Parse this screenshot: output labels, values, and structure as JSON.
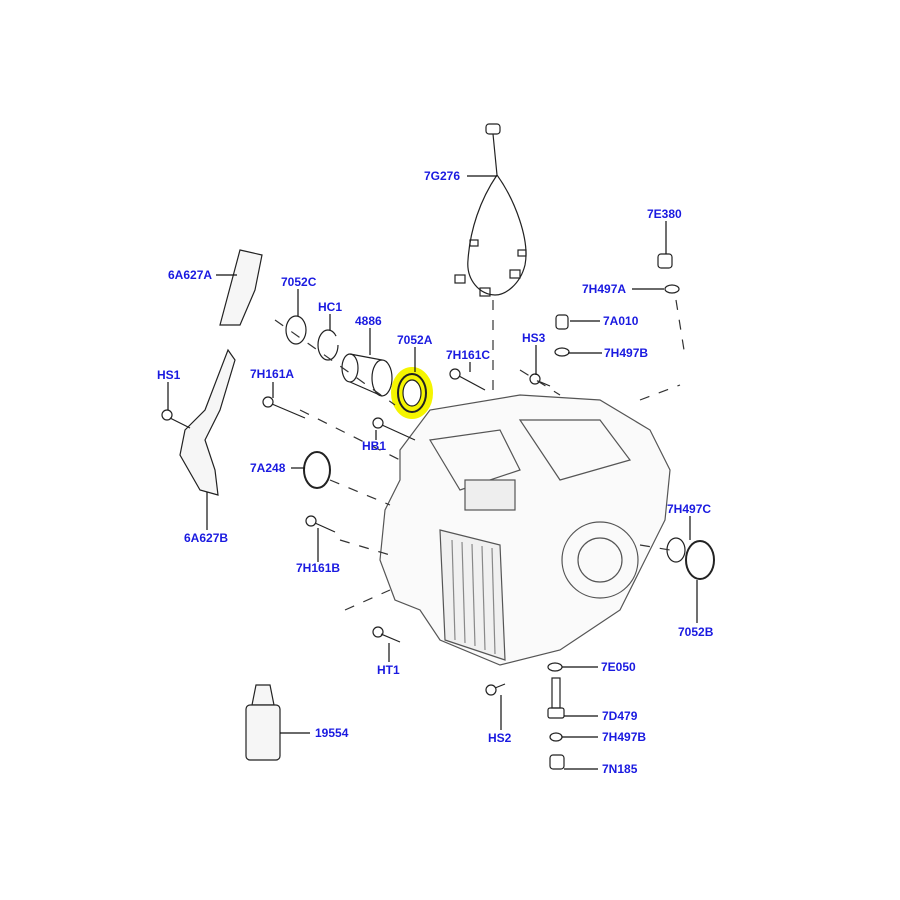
{
  "colors": {
    "label": "#1a1ae0",
    "line": "#222222",
    "highlight": "#f5f500"
  },
  "callouts": [
    {
      "id": "7G276",
      "label": "7G276"
    },
    {
      "id": "7E380",
      "label": "7E380"
    },
    {
      "id": "7H497A",
      "label": "7H497A"
    },
    {
      "id": "6A627A",
      "label": "6A627A"
    },
    {
      "id": "7052C",
      "label": "7052C"
    },
    {
      "id": "HC1",
      "label": "HC1"
    },
    {
      "id": "4886",
      "label": "4886"
    },
    {
      "id": "7052A",
      "label": "7052A",
      "highlighted": true
    },
    {
      "id": "7A010",
      "label": "7A010"
    },
    {
      "id": "HS3",
      "label": "HS3"
    },
    {
      "id": "7H161C",
      "label": "7H161C"
    },
    {
      "id": "7H497B-top",
      "label": "7H497B"
    },
    {
      "id": "HS1",
      "label": "HS1"
    },
    {
      "id": "7H161A",
      "label": "7H161A"
    },
    {
      "id": "HB1",
      "label": "HB1"
    },
    {
      "id": "7A248",
      "label": "7A248"
    },
    {
      "id": "6A627B",
      "label": "6A627B"
    },
    {
      "id": "7H497C",
      "label": "7H497C"
    },
    {
      "id": "7H161B",
      "label": "7H161B"
    },
    {
      "id": "7052B",
      "label": "7052B"
    },
    {
      "id": "7E050",
      "label": "7E050"
    },
    {
      "id": "HT1",
      "label": "HT1"
    },
    {
      "id": "7D479",
      "label": "7D479"
    },
    {
      "id": "HS2",
      "label": "HS2"
    },
    {
      "id": "19554",
      "label": "19554"
    },
    {
      "id": "7H497B-bottom",
      "label": "7H497B"
    },
    {
      "id": "7N185",
      "label": "7N185"
    }
  ]
}
